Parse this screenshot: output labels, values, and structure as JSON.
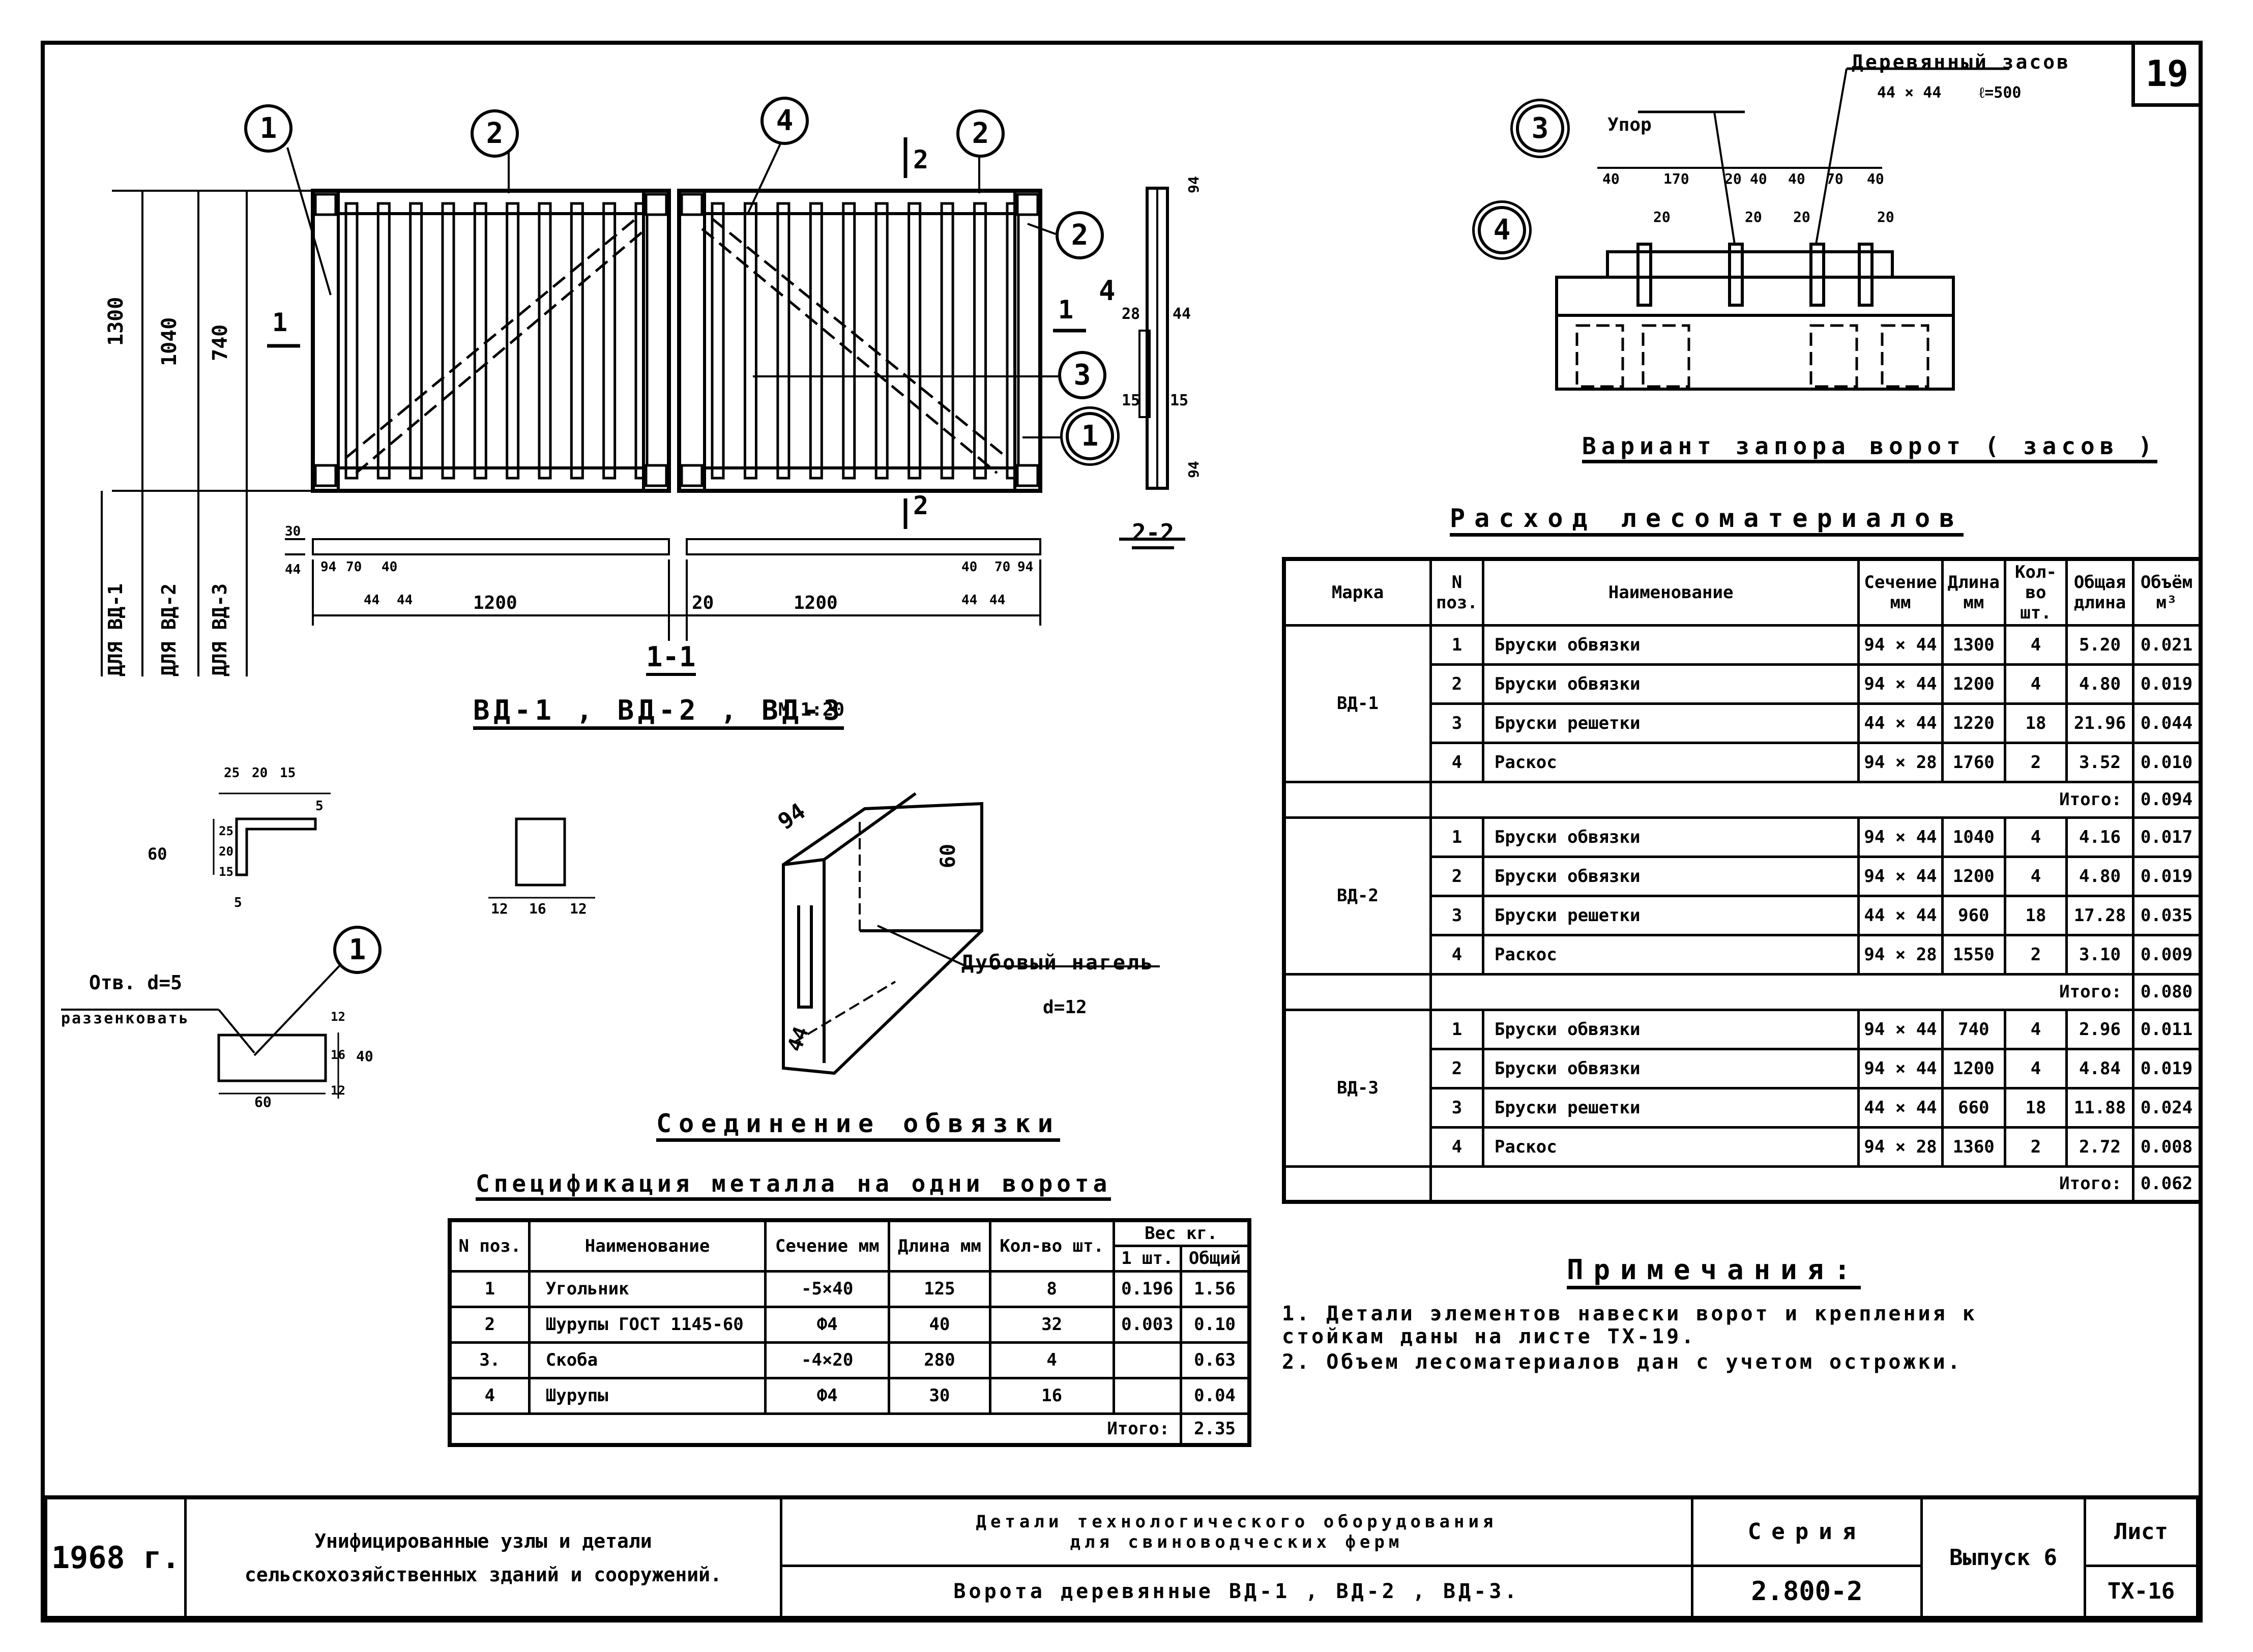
{
  "sheet_number": "19",
  "drawing_title": "ВД-1 , ВД-2 , ВД-3",
  "drawing_scale": "М 1:20",
  "section_label_11": "1-1",
  "section_label_22": "2-2",
  "gate_dims": {
    "h1300": "1300",
    "h1040": "1040",
    "h740": "740",
    "for_vd1": "ДЛЯ ВД-1",
    "for_vd2": "ДЛЯ ВД-2",
    "for_vd3": "ДЛЯ ВД-3",
    "w1200a": "1200",
    "w1200b": "1200",
    "gap20": "20",
    "d30": "30",
    "d44": "44",
    "d94a": "94",
    "d70a": "70",
    "d40a": "40",
    "d44b": "44",
    "d44c": "44",
    "d94b": "94",
    "d70b": "70",
    "d40b": "40",
    "d44d": "44",
    "d44e": "44",
    "cut1_left": "1",
    "cut1_right": "1",
    "cut2_top": "2",
    "cut2_bottom": "2",
    "side_28": "28",
    "side_44": "44",
    "side_15a": "15",
    "side_15b": "15",
    "side_94a": "94",
    "side_94b": "94"
  },
  "callouts": [
    "1",
    "2",
    "4",
    "2",
    "2",
    "3",
    "1",
    "4"
  ],
  "bolt_option": {
    "title": "Вариант запора ворот ( засов )",
    "bolt_label": "Деревянный засов",
    "bolt_size": "44 × 44",
    "bolt_length": "ℓ=500",
    "stop_label": "Упор",
    "callout_3": "3",
    "callout_4": "4",
    "dims_top": [
      "40",
      "170",
      "20",
      "40",
      "40",
      "70",
      "40"
    ],
    "dims_bottom": [
      "20",
      "20",
      "20",
      "20"
    ]
  },
  "small_details": {
    "angle_dims": [
      "25",
      "20",
      "15",
      "5",
      "25",
      "20",
      "15",
      "60",
      "5"
    ],
    "plate_dims": [
      "12",
      "16",
      "12"
    ],
    "hole_label": "Отв. d=5",
    "countersink_label": "раззенковать",
    "plate2_dims": [
      "60",
      "12",
      "16",
      "40",
      "12"
    ],
    "callout": "1"
  },
  "joint": {
    "title": "Соединение обвязки",
    "dim_94": "94",
    "dim_60": "60",
    "dim_44": "44",
    "dowel_label": "Дубовый нагель",
    "dowel_size": "d=12"
  },
  "metal_spec": {
    "title": "Спецификация металла на одни ворота",
    "headers": {
      "pos": "N поз.",
      "name": "Наименование",
      "section": "Сечение мм",
      "length": "Длина мм",
      "qty": "Кол-во шт.",
      "weight": "Вес кг.",
      "weight_one": "1 шт.",
      "weight_total": "Общий"
    },
    "rows": [
      {
        "pos": "1",
        "name": "Угольник",
        "section": "-5×40",
        "length": "125",
        "qty": "8",
        "one": "0.196",
        "total": "1.56"
      },
      {
        "pos": "2",
        "name": "Шурупы ГОСТ 1145-60",
        "section": "Ф4",
        "length": "40",
        "qty": "32",
        "one": "0.003",
        "total": "0.10"
      },
      {
        "pos": "3.",
        "name": "Скоба",
        "section": "-4×20",
        "length": "280",
        "qty": "4",
        "one": "",
        "total": "0.63"
      },
      {
        "pos": "4",
        "name": "Шурупы",
        "section": "Ф4",
        "length": "30",
        "qty": "16",
        "one": "",
        "total": "0.04"
      }
    ],
    "total_label": "Итого:",
    "total_value": "2.35"
  },
  "timber": {
    "title": "Расход лесоматериалов",
    "headers": {
      "mark": "Марка",
      "pos": "N поз.",
      "name": "Наименование",
      "section": "Сечение мм",
      "length": "Длина мм",
      "qty": "Кол-во шт.",
      "total_length": "Общая длина",
      "volume": "Объём м³"
    },
    "groups": [
      {
        "mark": "ВД-1",
        "rows": [
          {
            "pos": "1",
            "name": "Бруски обвязки",
            "section": "94 × 44",
            "length": "1300",
            "qty": "4",
            "tl": "5.20",
            "vol": "0.021"
          },
          {
            "pos": "2",
            "name": "Бруски обвязки",
            "section": "94 × 44",
            "length": "1200",
            "qty": "4",
            "tl": "4.80",
            "vol": "0.019"
          },
          {
            "pos": "3",
            "name": "Бруски решетки",
            "section": "44 × 44",
            "length": "1220",
            "qty": "18",
            "tl": "21.96",
            "vol": "0.044"
          },
          {
            "pos": "4",
            "name": "Раскос",
            "section": "94 × 28",
            "length": "1760",
            "qty": "2",
            "tl": "3.52",
            "vol": "0.010"
          }
        ],
        "total_label": "Итого:",
        "total": "0.094"
      },
      {
        "mark": "ВД-2",
        "rows": [
          {
            "pos": "1",
            "name": "Бруски обвязки",
            "section": "94 × 44",
            "length": "1040",
            "qty": "4",
            "tl": "4.16",
            "vol": "0.017"
          },
          {
            "pos": "2",
            "name": "Бруски обвязки",
            "section": "94 × 44",
            "length": "1200",
            "qty": "4",
            "tl": "4.80",
            "vol": "0.019"
          },
          {
            "pos": "3",
            "name": "Бруски решетки",
            "section": "44 × 44",
            "length": "960",
            "qty": "18",
            "tl": "17.28",
            "vol": "0.035"
          },
          {
            "pos": "4",
            "name": "Раскос",
            "section": "94 × 28",
            "length": "1550",
            "qty": "2",
            "tl": "3.10",
            "vol": "0.009"
          }
        ],
        "total_label": "Итого:",
        "total": "0.080"
      },
      {
        "mark": "ВД-3",
        "rows": [
          {
            "pos": "1",
            "name": "Бруски обвязки",
            "section": "94 × 44",
            "length": "740",
            "qty": "4",
            "tl": "2.96",
            "vol": "0.011"
          },
          {
            "pos": "2",
            "name": "Бруски обвязки",
            "section": "94 × 44",
            "length": "1200",
            "qty": "4",
            "tl": "4.84",
            "vol": "0.019"
          },
          {
            "pos": "3",
            "name": "Бруски решетки",
            "section": "44 × 44",
            "length": "660",
            "qty": "18",
            "tl": "11.88",
            "vol": "0.024"
          },
          {
            "pos": "4",
            "name": "Раскос",
            "section": "94 × 28",
            "length": "1360",
            "qty": "2",
            "tl": "2.72",
            "vol": "0.008"
          }
        ],
        "total_label": "Итого:",
        "total": "0.062"
      }
    ]
  },
  "notes": {
    "title": "Примечания:",
    "items": [
      "1. Детали элементов навески ворот и крепления к",
      "    стойкам даны на листе ТХ-19.",
      "2. Объем лесоматериалов дан с учетом острожки."
    ]
  },
  "stamp": {
    "year": "1968 г.",
    "org_line1": "Унифицированные узлы и детали",
    "org_line2": "сельскохозяйственных зданий и сооружений.",
    "subject_line1": "Детали технологического оборудования",
    "subject_line2": "для свиноводческих ферм",
    "sheet_name": "Ворота деревянные ВД-1 , ВД-2 , ВД-3.",
    "series_label": "Серия",
    "series_value": "2.800-2",
    "issue": "Выпуск 6",
    "sheet_label": "Лист",
    "sheet_value": "ТХ-16"
  }
}
